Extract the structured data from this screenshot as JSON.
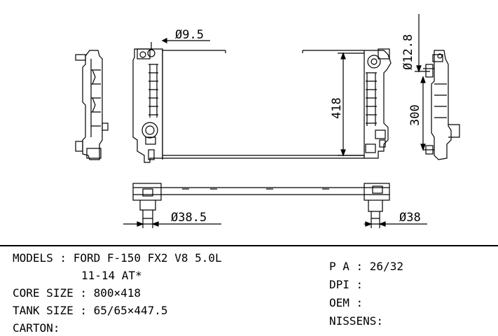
{
  "drawing": {
    "dimensions": {
      "top_pipe": "Ø9.5",
      "right_pipe": "Ø12.8",
      "core_height": "418",
      "side_height": "300",
      "left_outlet": "Ø38.5",
      "right_outlet": "Ø38"
    }
  },
  "specs": {
    "models_line1": "MODELS : FORD F-150 FX2 V8 5.0L",
    "models_line2": "11-14 AT*",
    "core_size": "CORE SIZE : 800×418",
    "tank_size": "TANK SIZE : 65/65×447.5",
    "carton": "CARTON:",
    "pa": "P A : 26/32",
    "dpi": "DPI :",
    "oem": "OEM :",
    "nissens": "NISSENS:"
  }
}
